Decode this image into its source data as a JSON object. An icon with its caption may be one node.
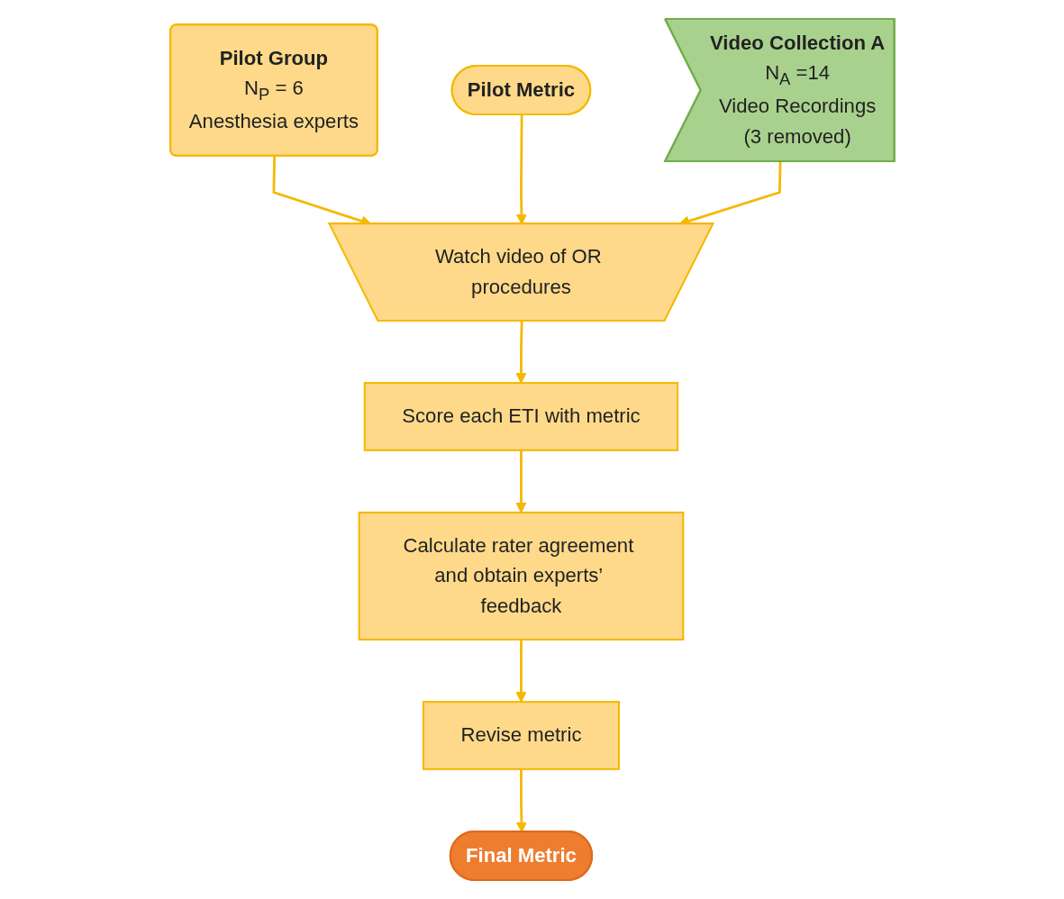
{
  "diagram": {
    "nodes": [
      {
        "text": [
          "Pilot Group",
          "N$_{P}$ = 6",
          "Anesthesia experts"
        ]
      },
      {
        "text": [
          "Pilot Metric"
        ]
      },
      {
        "text": [
          "Watch video of OR procedures"
        ]
      },
      {
        "text": [
          "Video Collection A",
          "N$_{A}$ =14",
          "Video Recordings",
          "(3 removed)"
        ]
      },
      {
        "text": [
          "Score each ETI with metric"
        ]
      },
      {
        "text": [
          "Calculate rater agreement and obtain experts’ feedback"
        ]
      },
      {
        "text": [
          "Revise metric"
        ]
      },
      {
        "text": [
          "Final Metric"
        ]
      }
    ],
    "edges": [
      {
        "from": 0,
        "to": 2,
        "arrow": "to"
      },
      {
        "from": 1,
        "to": 2,
        "arrow": "to"
      },
      {
        "from": 3,
        "to": 2,
        "arrow": "to"
      },
      {
        "from": 2,
        "to": 4,
        "arrow": "to"
      },
      {
        "from": 4,
        "to": 5,
        "arrow": "to"
      },
      {
        "from": 5,
        "to": 6,
        "arrow": "to"
      },
      {
        "from": 6,
        "to": 7,
        "arrow": "to"
      }
    ]
  }
}
